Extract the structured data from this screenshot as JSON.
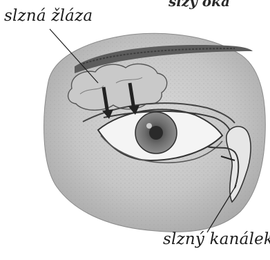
{
  "header_fragment": "slzy oka",
  "labels": {
    "gland": "slzná žláza",
    "canal": "slzný kanálek"
  }
}
